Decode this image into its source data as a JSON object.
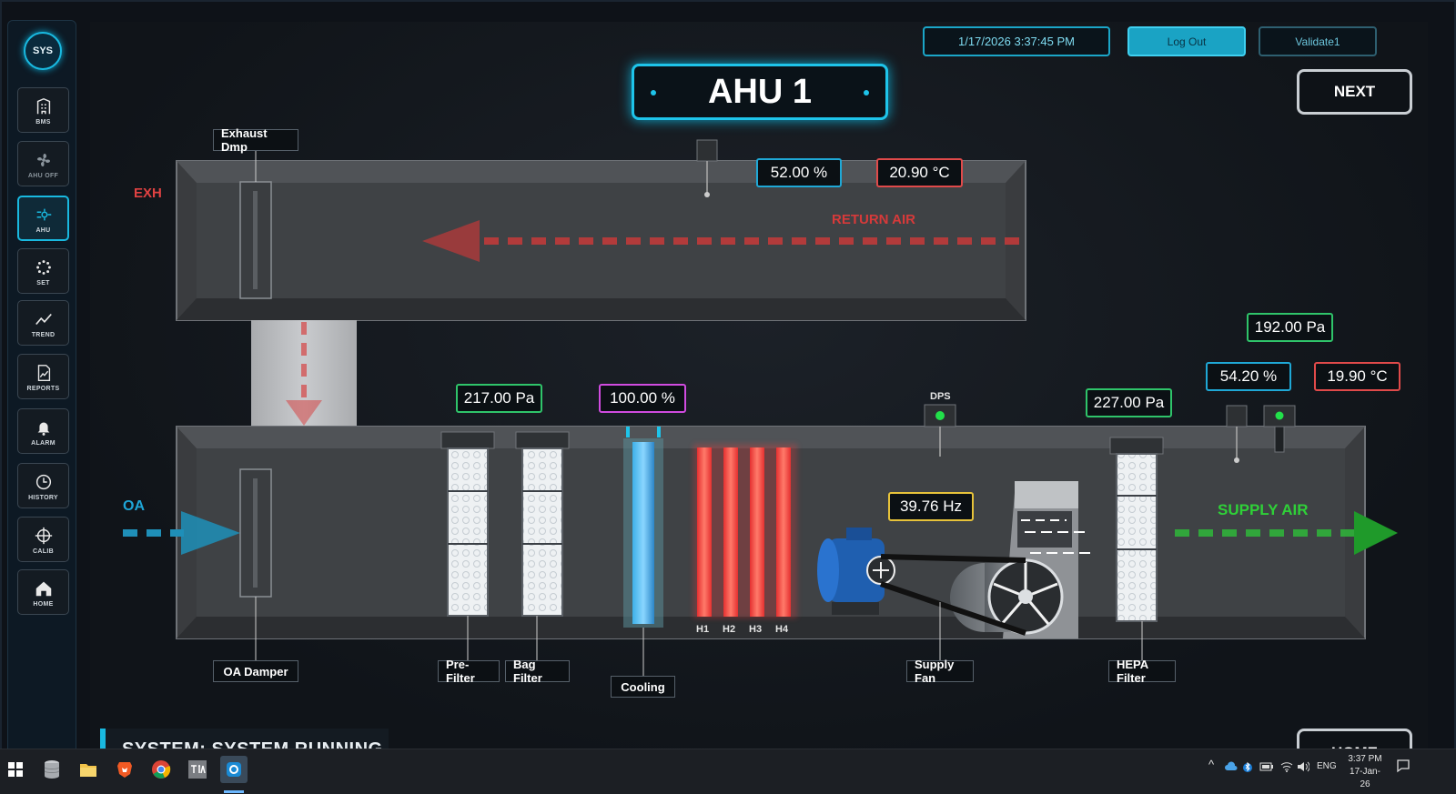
{
  "sidebar": {
    "logo": "SYS",
    "items": [
      {
        "label": "BMS",
        "icon": "building-icon"
      },
      {
        "label": "AHU OFF",
        "icon": "fan-icon"
      },
      {
        "label": "AHU",
        "icon": "ahu-fan-icon"
      },
      {
        "label": "SET",
        "icon": "settings-dots-icon"
      },
      {
        "label": "TREND",
        "icon": "trend-line-icon"
      },
      {
        "label": "REPORTS",
        "icon": "report-icon"
      },
      {
        "label": "ALARM",
        "icon": "bell-icon"
      },
      {
        "label": "HISTORY",
        "icon": "clock-icon"
      },
      {
        "label": "CALIB",
        "icon": "crosshair-icon"
      },
      {
        "label": "HOME",
        "icon": "home-icon"
      }
    ]
  },
  "header": {
    "datetime": "1/17/2026 3:37:45 PM",
    "logout_label": "Log Out",
    "user_label": "Validate1",
    "title": "AHU 1",
    "next_label": "NEXT",
    "home_label": "HOME"
  },
  "readouts": {
    "return_humidity": "52.00 %",
    "return_temp": "20.90 °C",
    "supply_pressure": "192.00 Pa",
    "supply_humidity": "54.20 %",
    "supply_temp": "19.90 °C",
    "prefilter_dp": "217.00 Pa",
    "cooling_valve": "100.00 %",
    "hepa_dp": "227.00 Pa",
    "fan_speed": "39.76 Hz"
  },
  "labels": {
    "exh": "EXH",
    "oa": "OA",
    "return_air": "RETURN AIR",
    "supply_air": "SUPPLY AIR",
    "dps": "DPS",
    "exhaust_damper": "Exhaust Dmp",
    "oa_damper": "OA Damper",
    "pre_filter": "Pre-Filter",
    "bag_filter": "Bag Filter",
    "cooling": "Cooling",
    "supply_fan": "Supply Fan",
    "hepa_filter": "HEPA Filter",
    "heaters": [
      "H1",
      "H2",
      "H3",
      "H4"
    ]
  },
  "status": {
    "text": "SYSTEM: SYSTEM RUNNING"
  },
  "colors": {
    "accent": "#1ec4ea",
    "return_air": "#d64545",
    "supply_air": "#2fc43a",
    "outside_air": "#1f8fb8",
    "heater": "#ff4a4a",
    "indicator_on": "#22e04a"
  },
  "taskbar": {
    "language": "ENG",
    "time": "3:37 PM",
    "date": "17-Jan-26"
  }
}
